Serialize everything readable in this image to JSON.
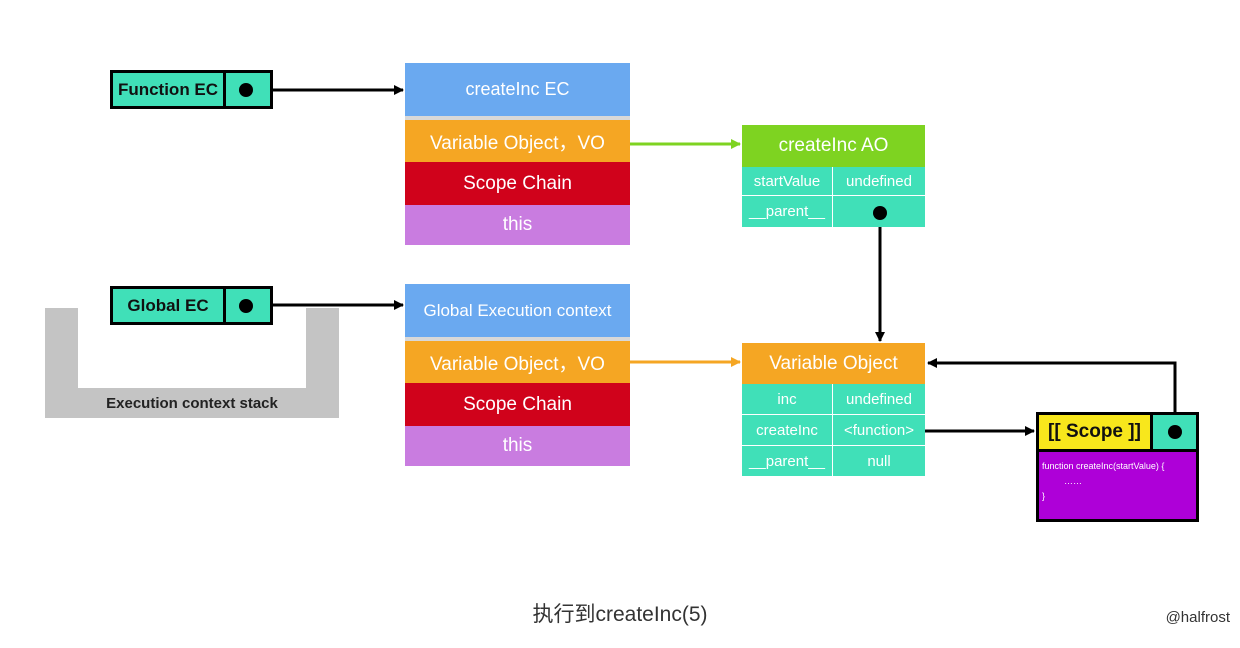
{
  "function_ec": {
    "label": "Function EC"
  },
  "global_ec": {
    "label": "Global EC"
  },
  "stack": {
    "label": "Execution context stack"
  },
  "create_inc_ec": {
    "title": "createInc EC",
    "vo": "Variable Object，VO",
    "scope_chain": "Scope Chain",
    "this": "this"
  },
  "global_exec": {
    "title": "Global Execution context",
    "vo": "Variable Object，VO",
    "scope_chain": "Scope Chain",
    "this": "this"
  },
  "create_inc_ao": {
    "title": "createInc AO",
    "rows": [
      {
        "key": "startValue",
        "value": "undefined"
      },
      {
        "key": "__parent__",
        "value": ""
      }
    ]
  },
  "global_vo": {
    "title": "Variable Object",
    "rows": [
      {
        "key": "inc",
        "value": "undefined"
      },
      {
        "key": "createInc",
        "value": "<function>"
      },
      {
        "key": "__parent__",
        "value": "null"
      }
    ]
  },
  "scope_box": {
    "label": "[[ Scope ]]",
    "code_line1": "function createInc(startValue) {",
    "code_line2": "……",
    "code_line3": "}"
  },
  "caption": "执行到createInc(5)",
  "watermark": "@halfrost",
  "colors": {
    "teal": "#40E0B8",
    "blue": "#6AA9F0",
    "orange": "#F5A623",
    "red": "#D0021B",
    "violet": "#C97CE0",
    "green": "#7ED321",
    "yellow": "#F8E71C",
    "purple": "#AE00D8",
    "gray": "#C4C4C4"
  }
}
